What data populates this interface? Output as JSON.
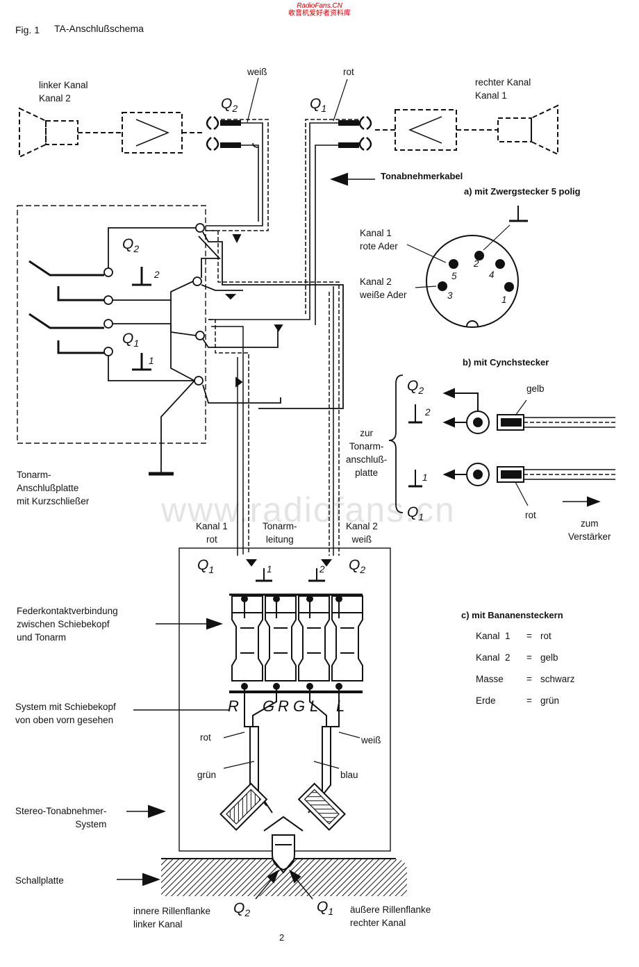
{
  "header": {
    "site": "RadioFans.CN",
    "tagline": "收音机爱好者资料库"
  },
  "watermark": "www.radiofans.cn",
  "figure": {
    "number": "Fig. 1",
    "title": "TA-Anschlußschema"
  },
  "page_number": "2",
  "labels": {
    "left_channel": "linker Kanal\nKanal 2",
    "right_channel": "rechter Kanal\nKanal 1",
    "white": "weiß",
    "red": "rot",
    "tonabnehmerkabel": "Tonabnehmerkabel",
    "tonarm_plate": "Tonarm-\nAnschlußplatte\nmit Kurzschließer",
    "zur_plate": "zur\nTonarm-\nanschluß-\nplatte",
    "kanal1_rot": "Kanal 1\nrot",
    "tonarmleitung": "Tonarm-\nleitung",
    "kanal2_weiss": "Kanal 2\nweiß",
    "federkontakt": "Federkontaktverbindung\nzwischen Schiebekopf\nund Tonarm",
    "system_schiebekopf": "System mit Schiebekopf\nvon oben vorn gesehen",
    "stereo_system": "Stereo-Tonabnehmer-\nSystem",
    "schallplatte": "Schallplatte",
    "inner_flank": "innere Rillenflanke\nlinker Kanal",
    "outer_flank": "äußere Rillenflanke\nrechter Kanal",
    "wire_rot": "rot",
    "wire_gruen": "grün",
    "wire_weiss": "weiß",
    "wire_blau": "blau",
    "pins": [
      "R",
      "G",
      "R",
      "G",
      "L",
      "L"
    ]
  },
  "symbols": {
    "Q": "Q",
    "sub1": "1",
    "sub2": "2"
  },
  "section_a": {
    "title": "a) mit Zwergstecker 5 polig",
    "kanal1": "Kanal 1\nrote Ader",
    "kanal2": "Kanal 2\nweiße Ader",
    "pin_numbers": [
      "2",
      "4",
      "5",
      "3",
      "1"
    ]
  },
  "section_b": {
    "title": "b) mit Cynchstecker",
    "gelb": "gelb",
    "rot": "rot",
    "zum": "zum\nVerstärker"
  },
  "section_c": {
    "title": "c) mit Bananensteckern",
    "rows": [
      {
        "name": "Kanal  1",
        "eq": "=",
        "color": "rot"
      },
      {
        "name": "Kanal  2",
        "eq": "=",
        "color": "gelb"
      },
      {
        "name": "Masse",
        "eq": "=",
        "color": "schwarz"
      },
      {
        "name": "Erde",
        "eq": "=",
        "color": "grün"
      }
    ]
  }
}
